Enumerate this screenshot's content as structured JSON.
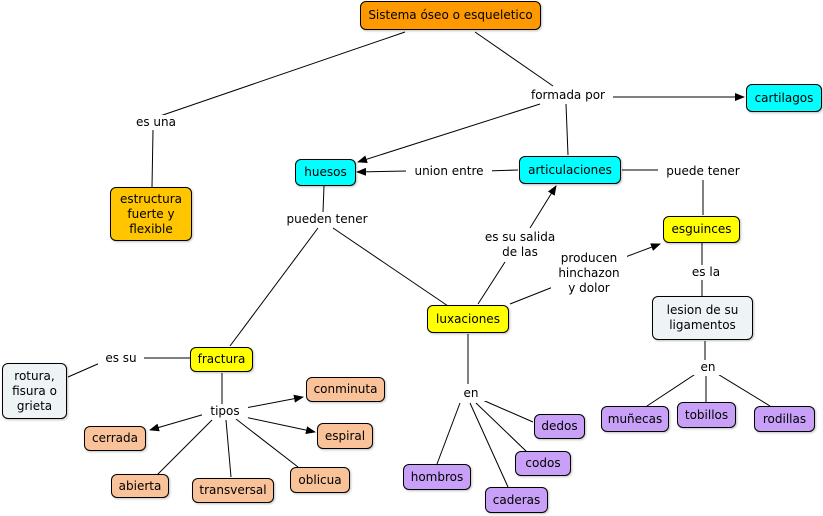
{
  "colors": {
    "root": "#ff9900",
    "cyan": "#00ffff",
    "yellow": "#ffff00",
    "gold": "#ffc600",
    "pale": "#eef3f6",
    "peach": "#f9c298",
    "violet": "#c8a0f8",
    "line": "#000000"
  },
  "nodes": {
    "sistema": "Sistema óseo o esqueletico",
    "cartilagos": "cartilagos",
    "huesos": "huesos",
    "articulaciones": "articulaciones",
    "estructura": "estructura fuerte y flexible",
    "esguinces": "esguinces",
    "lesion": "lesion de su ligamentos",
    "luxaciones": "luxaciones",
    "fractura": "fractura",
    "rotura": "rotura, fisura o grieta",
    "conminuta": "conminuta",
    "cerrada": "cerrada",
    "espiral": "espiral",
    "abierta": "abierta",
    "transversal": "transversal",
    "oblicua": "oblicua",
    "dedos": "dedos",
    "codos": "codos",
    "hombros": "hombros",
    "caderas": "caderas",
    "munecas": "muñecas",
    "tobillos": "tobillos",
    "rodillas": "rodillas"
  },
  "links": {
    "es_una": "es una",
    "formada_por": "formada por",
    "union_entre": "union entre",
    "puede_tener": "puede tener",
    "pueden_tener": "pueden tener",
    "es_su_salida": "es su salida de las",
    "producen": "producen hinchazon y dolor",
    "es_la": "es la",
    "es_su": "es su",
    "tipos": "tipos",
    "en_lux": "en",
    "en_lesion": "en"
  }
}
